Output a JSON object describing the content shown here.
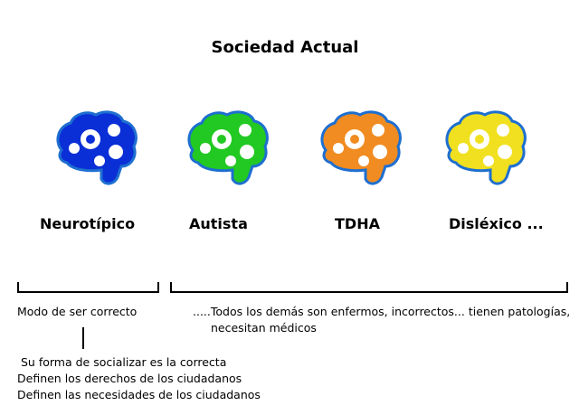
{
  "title": "Sociedad Actual",
  "groups": [
    {
      "label": "Neurotípico",
      "color": "#0a2fd6",
      "accent": "#0a2fd6"
    },
    {
      "label": "Autista",
      "color": "#22c922",
      "accent": "#22c922"
    },
    {
      "label": "TDHA",
      "color": "#f08c22",
      "accent": "#f08c22"
    },
    {
      "label": "Disléxico ...",
      "color": "#f0e020",
      "accent": "#f0e020"
    }
  ],
  "left_note": "Modo de ser correcto",
  "right_note": ".....Todos los demás son enfermos, incorrectos... tienen patologías,",
  "right_note_2": "necesitan médicos",
  "details": [
    "Su forma de socializar es la correcta",
    "Definen los derechos de los ciudadanos",
    "Definen las necesidades de los ciudadanos"
  ]
}
